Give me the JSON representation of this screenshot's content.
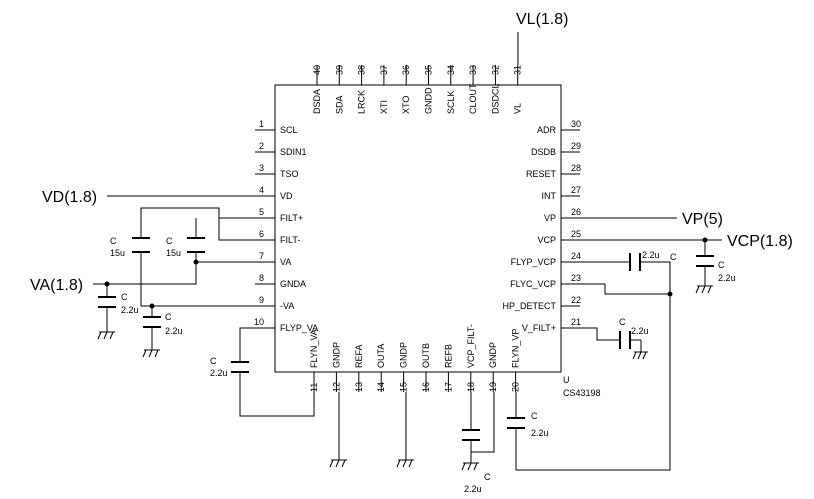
{
  "chip": {
    "ref": "U",
    "part": "CS43198",
    "pins_left": [
      {
        "num": "1",
        "name": "SCL"
      },
      {
        "num": "2",
        "name": "SDIN1"
      },
      {
        "num": "3",
        "name": "TSO"
      },
      {
        "num": "4",
        "name": "VD"
      },
      {
        "num": "5",
        "name": "FILT+"
      },
      {
        "num": "6",
        "name": "FILT-"
      },
      {
        "num": "7",
        "name": "VA"
      },
      {
        "num": "8",
        "name": "GNDA"
      },
      {
        "num": "9",
        "name": "-VA"
      },
      {
        "num": "10",
        "name": "FLYP_VA"
      }
    ],
    "pins_bottom": [
      {
        "num": "11",
        "name": "FLYN_VA"
      },
      {
        "num": "12",
        "name": "GNDP"
      },
      {
        "num": "13",
        "name": "REFA"
      },
      {
        "num": "14",
        "name": "OUTA"
      },
      {
        "num": "15",
        "name": "GNDP"
      },
      {
        "num": "16",
        "name": "OUTB"
      },
      {
        "num": "17",
        "name": "REFB"
      },
      {
        "num": "18",
        "name": "VCP_FILT-"
      },
      {
        "num": "19",
        "name": "GNDP"
      },
      {
        "num": "20",
        "name": "FLYN_VP"
      }
    ],
    "pins_right": [
      {
        "num": "30",
        "name": "ADR"
      },
      {
        "num": "29",
        "name": "DSDB"
      },
      {
        "num": "28",
        "name": "RESET"
      },
      {
        "num": "27",
        "name": "INT"
      },
      {
        "num": "26",
        "name": "VP"
      },
      {
        "num": "25",
        "name": "VCP"
      },
      {
        "num": "24",
        "name": "FLYP_VCP"
      },
      {
        "num": "23",
        "name": "FLYC_VCP"
      },
      {
        "num": "22",
        "name": "HP_DETECT"
      },
      {
        "num": "21",
        "name": "V_FILT+"
      }
    ],
    "pins_top": [
      {
        "num": "40",
        "name": "DSDA"
      },
      {
        "num": "39",
        "name": "SDA"
      },
      {
        "num": "38",
        "name": "LRCK"
      },
      {
        "num": "37",
        "name": "XTI"
      },
      {
        "num": "36",
        "name": "XTO"
      },
      {
        "num": "35",
        "name": "GNDD"
      },
      {
        "num": "34",
        "name": "SCLK"
      },
      {
        "num": "33",
        "name": "CLOUT"
      },
      {
        "num": "32",
        "name": "DSDCL"
      },
      {
        "num": "31",
        "name": "VL"
      }
    ]
  },
  "nets": {
    "vl": "VL(1.8)",
    "vd": "VD(1.8)",
    "va": "VA(1.8)",
    "vp": "VP(5)",
    "vcp": "VCP(1.8)"
  },
  "capacitors": {
    "c_filt": {
      "ref": "C",
      "value": "15u"
    },
    "c_va_a": {
      "ref": "C",
      "value": "15u"
    },
    "c_va_in": {
      "ref": "C",
      "value": "2.2u"
    },
    "c_neg_va": {
      "ref": "C",
      "value": "2.2u"
    },
    "c_fly_va": {
      "ref": "C",
      "value": "2.2u"
    },
    "c_vcp_filt": {
      "ref": "C",
      "value": "2.2u"
    },
    "c_fly_vp": {
      "ref": "C",
      "value": "2.2u"
    },
    "c_v_filt": {
      "ref": "C",
      "value": "2.2u"
    },
    "c_fly_vcp": {
      "ref": "C",
      "value": "2.2u"
    },
    "c_vcp": {
      "ref": "C",
      "value": "2.2u"
    }
  },
  "icons": {
    "ground": "ground-icon",
    "junction": "junction-dot-icon",
    "capacitor": "capacitor-icon"
  }
}
